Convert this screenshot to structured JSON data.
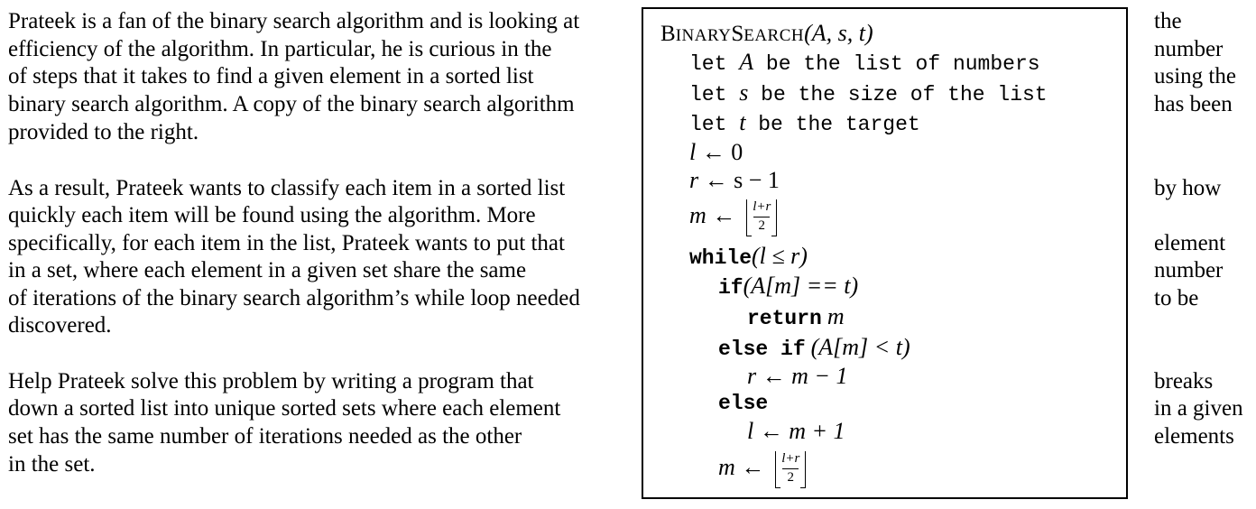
{
  "left_text": [
    "Prateek is a fan of the binary search algorithm and is looking at",
    "efficiency of the algorithm. In particular, he is curious in the",
    "of steps that it takes to find a given element in a sorted list",
    "binary search algorithm. A copy of the binary search algorithm",
    "provided to the right.",
    "As a result, Prateek wants to classify each item in a sorted list",
    "quickly each item will be found using the algorithm. More",
    "specifically, for each item in the list, Prateek wants to put that",
    "in a set, where each element in a given set share the same",
    "of iterations of the binary search algorithm’s while loop needed",
    "discovered.",
    "Help Prateek solve this problem by writing a program that",
    "down a sorted list into unique sorted sets where each element",
    "set has the same number of iterations needed as the other",
    "in the set."
  ],
  "right_text": [
    "the",
    "number",
    "using the",
    "has been",
    "by how",
    "element",
    "number",
    "to be",
    "breaks",
    "in a given",
    "elements"
  ],
  "algorithm": {
    "title_initial": "B",
    "title_rest": "INARY",
    "title_initial2": "S",
    "title_rest2": "EARCH",
    "title_args": "(A, s, t)",
    "let1_a": "let ",
    "let1_v": "A",
    "let1_b": " be the list of numbers",
    "let2_a": "let ",
    "let2_v": "s",
    "let2_b": " be the size of the list",
    "let3_a": "let ",
    "let3_v": "t",
    "let3_b": " be the target",
    "l_init": "l",
    "l_init_rhs": " ← 0",
    "r_init": "r",
    "r_init_rhs": " ← s − 1",
    "m_init": "m",
    "m_arrow": " ←",
    "frac_num": "l+r",
    "frac_den": "2",
    "while_kw": "while",
    "while_cond": "(l ≤ r)",
    "if_kw": "if",
    "if_cond": "(A[m] == t)",
    "return_kw": "return",
    "return_val": "m",
    "elseif_kw": "else if",
    "elseif_cond": "(A[m] < t)",
    "r_update": "r ← m − 1",
    "else_kw": "else",
    "l_update": "l ← m + 1",
    "m_update": "m",
    "m_update_arrow": " ←"
  }
}
